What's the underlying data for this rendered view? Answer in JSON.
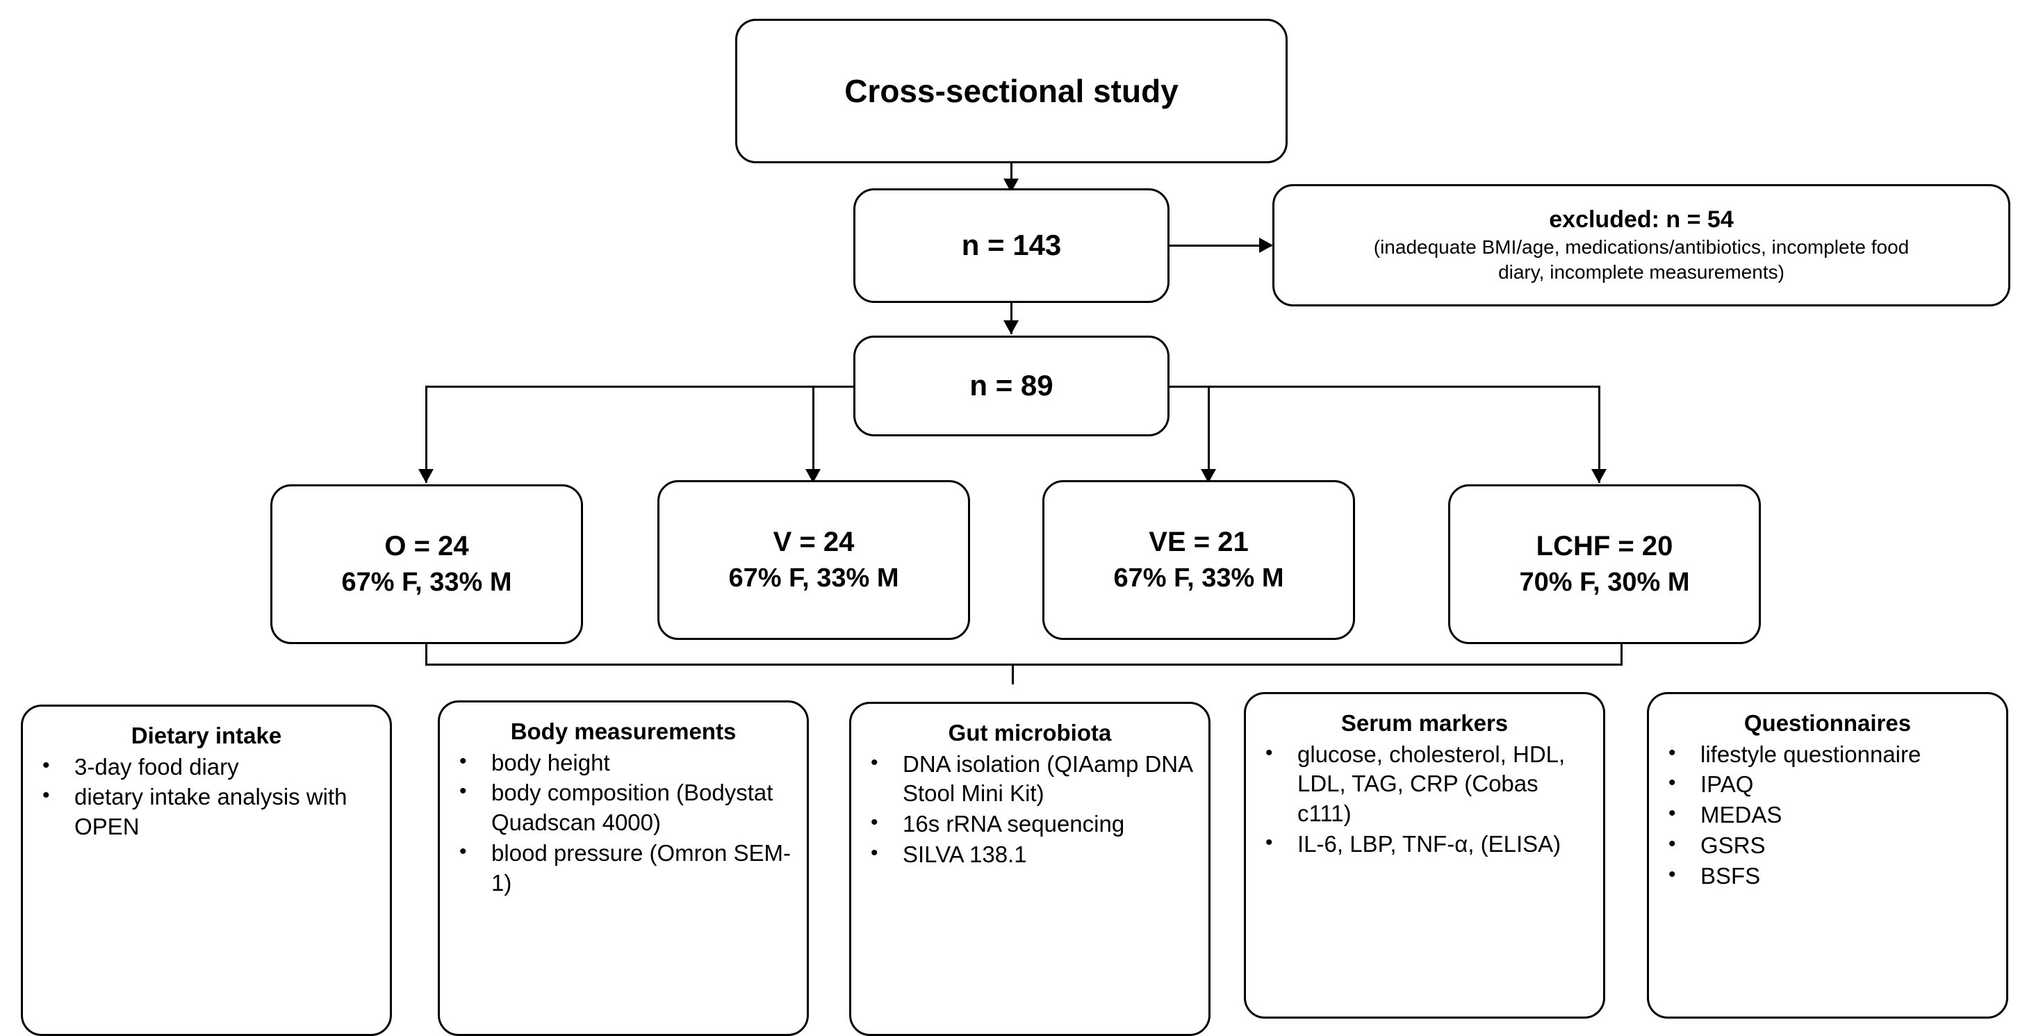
{
  "diagram": {
    "title": "Cross-sectional study flow diagram",
    "line_color": "#000000",
    "background": "#ffffff"
  },
  "nodes": {
    "study": {
      "label": "Cross-sectional study"
    },
    "enrolled": {
      "label": "n = 143"
    },
    "included": {
      "label": "n = 89"
    },
    "excluded": {
      "heading": "excluded: n = 54",
      "detail_line1": "(inadequate BMI/age, medications/antibiotics, incomplete food",
      "detail_line2": "diary, incomplete measurements)"
    }
  },
  "groups": [
    {
      "name": "O = 24",
      "sex_split": "67% F, 33% M"
    },
    {
      "name": "V = 24",
      "sex_split": "67% F, 33% M"
    },
    {
      "name": "VE = 21",
      "sex_split": "67% F, 33% M"
    },
    {
      "name": "LCHF = 20",
      "sex_split": "70% F, 30% M"
    }
  ],
  "panels": [
    {
      "heading": "Dietary intake",
      "items": [
        "3-day food diary",
        "dietary intake analysis with OPEN"
      ]
    },
    {
      "heading": "Body measurements",
      "items": [
        "body height",
        "body composition (Bodystat Quadscan 4000)",
        "blood pressure (Omron SEM-1)"
      ]
    },
    {
      "heading": "Gut microbiota",
      "items": [
        "DNA isolation (QIAamp DNA Stool Mini Kit)",
        "16s rRNA sequencing",
        "SILVA 138.1"
      ]
    },
    {
      "heading": "Serum markers",
      "items": [
        "glucose, cholesterol, HDL, LDL, TAG, CRP (Cobas c111)",
        "IL-6, LBP, TNF-α, (ELISA)"
      ]
    },
    {
      "heading": "Questionnaires",
      "items": [
        "lifestyle questionnaire",
        "IPAQ",
        "MEDAS",
        "GSRS",
        "BSFS"
      ]
    }
  ]
}
